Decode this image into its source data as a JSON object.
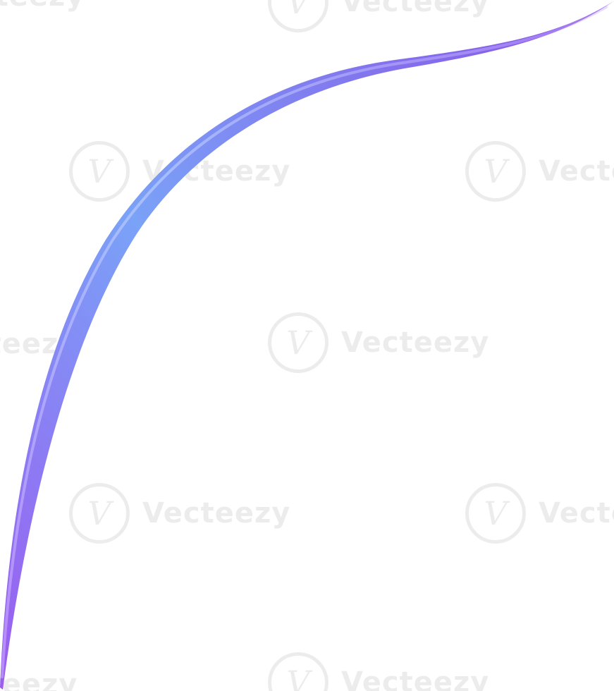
{
  "watermark": {
    "brand": "Vecteezy",
    "logo_glyph": "V",
    "color": "#6b6b6b"
  },
  "stroke": {
    "gradient_start": "#9b5cf0",
    "gradient_mid": "#7aa2f7",
    "gradient_end": "#8a4fe6",
    "shape": "curved-brush-stroke"
  }
}
